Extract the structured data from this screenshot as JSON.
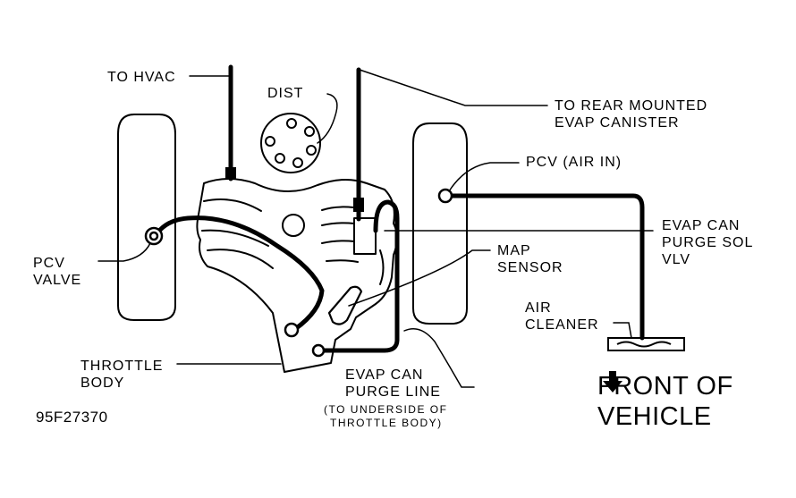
{
  "labels": {
    "to_hvac": "TO HVAC",
    "dist": "DIST",
    "to_rear_canister": [
      "TO REAR MOUNTED",
      "EVAP CANISTER"
    ],
    "pcv_air_in": "PCV (AIR IN)",
    "evap_can_purge_sol_vlv": [
      "EVAP CAN",
      "PURGE SOL",
      "VLV"
    ],
    "pcv_valve": [
      "PCV",
      "VALVE"
    ],
    "map_sensor": [
      "MAP",
      "SENSOR"
    ],
    "air_cleaner": [
      "AIR",
      "CLEANER"
    ],
    "throttle_body": [
      "THROTTLE",
      "BODY"
    ],
    "evap_can_purge_line": [
      "EVAP CAN",
      "PURGE LINE"
    ],
    "purge_line_note": [
      "(TO UNDERSIDE OF",
      "THROTTLE BODY)"
    ],
    "front_of_vehicle": [
      "FRONT OF",
      "VEHICLE"
    ]
  },
  "figure_code": "95F27370",
  "icons": {
    "front_arrow": "down-arrow-icon"
  },
  "colors": {
    "ink": "#000000",
    "paper": "#ffffff"
  }
}
